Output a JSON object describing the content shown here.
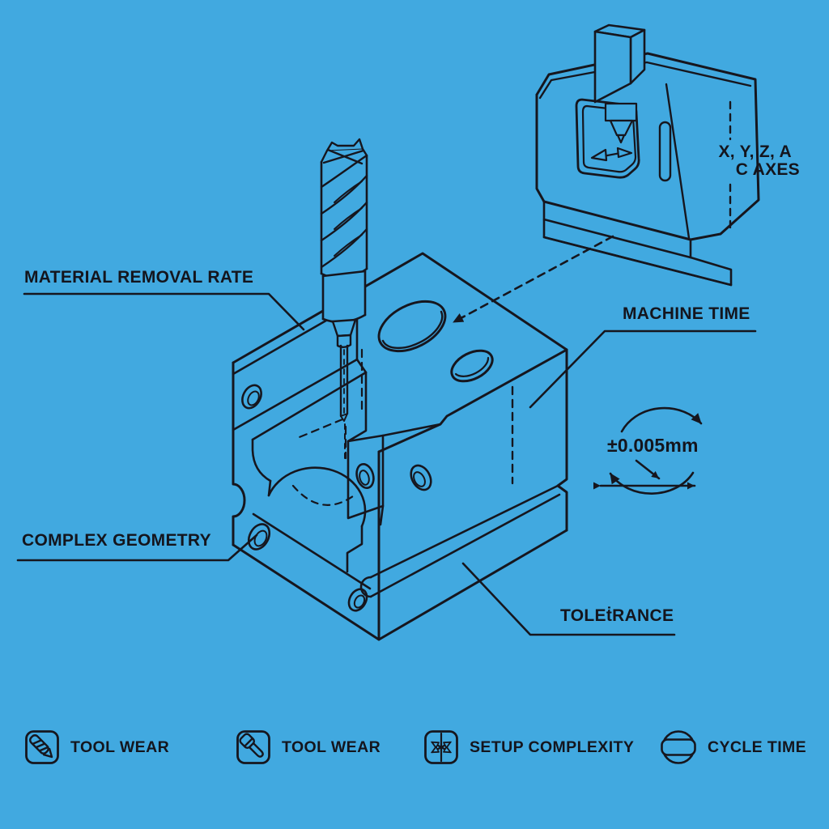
{
  "callouts": {
    "material_removal_rate": "MATERIAL REMOVAL RATE",
    "machine_time": "MACHINE TIME",
    "complex_geometry": "COMPLEX GEOMETRY",
    "tolerance": "TOLEṫRANCE",
    "tolerance_value": "±0.005mm"
  },
  "axes": {
    "line1": "X, Y, Z, A",
    "line2": "C AXES"
  },
  "legend": {
    "items": [
      {
        "icon": "drill-bit-icon",
        "label": "TOOL WEAR"
      },
      {
        "icon": "end-mill-tool-icon",
        "label": "TOOL WEAR"
      },
      {
        "icon": "crossed-arrows-icon",
        "label": "SETUP COMPLEXITY"
      },
      {
        "icon": "cycle-icon",
        "label": "CYCLE TIME"
      }
    ]
  },
  "colors": {
    "background": "#41A9E0",
    "line": "#16161E",
    "text": "#14151D"
  }
}
